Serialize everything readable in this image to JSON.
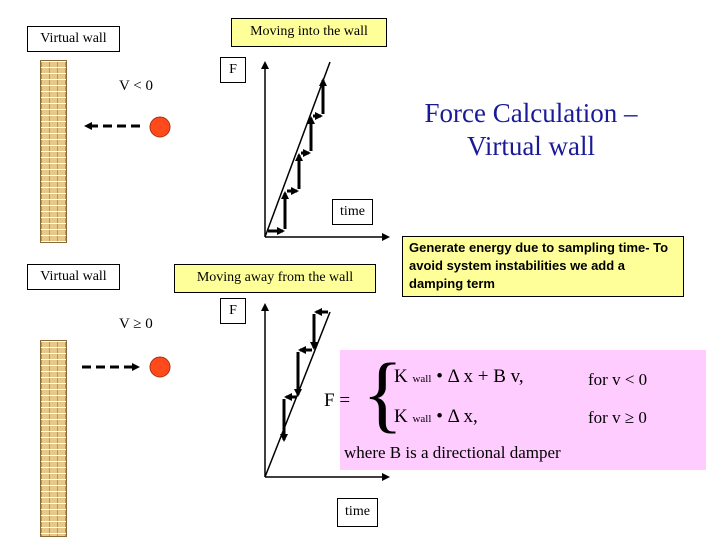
{
  "top": {
    "wall_label": "Virtual wall",
    "direction_label": "Moving into the wall",
    "velocity": "V < 0",
    "force_axis": "F",
    "time_axis": "time"
  },
  "bottom": {
    "wall_label": "Virtual wall",
    "direction_label": "Moving away from the wall",
    "velocity": "V ≥ 0",
    "force_axis": "F",
    "time_axis": "time"
  },
  "title": {
    "line1": "Force Calculation –",
    "line2": "Virtual wall"
  },
  "note": "Generate energy due to sampling time- To avoid system instabilities we add a damping term",
  "formula": {
    "lhs": "F =",
    "line1_k": "K",
    "line1_sub": "wall",
    "line1_rest": "• Δ x + B v,",
    "line1_cond": "for v  < 0",
    "line2_k": "K",
    "line2_sub": "wall",
    "line2_rest": "• Δ x,",
    "line2_cond": "for v ≥ 0",
    "where": "where B is a directional damper"
  },
  "colors": {
    "ball": "#ff4a1c",
    "highlight": "#ffff99",
    "formula_bg": "#ffccff",
    "title": "#1a1a99"
  }
}
